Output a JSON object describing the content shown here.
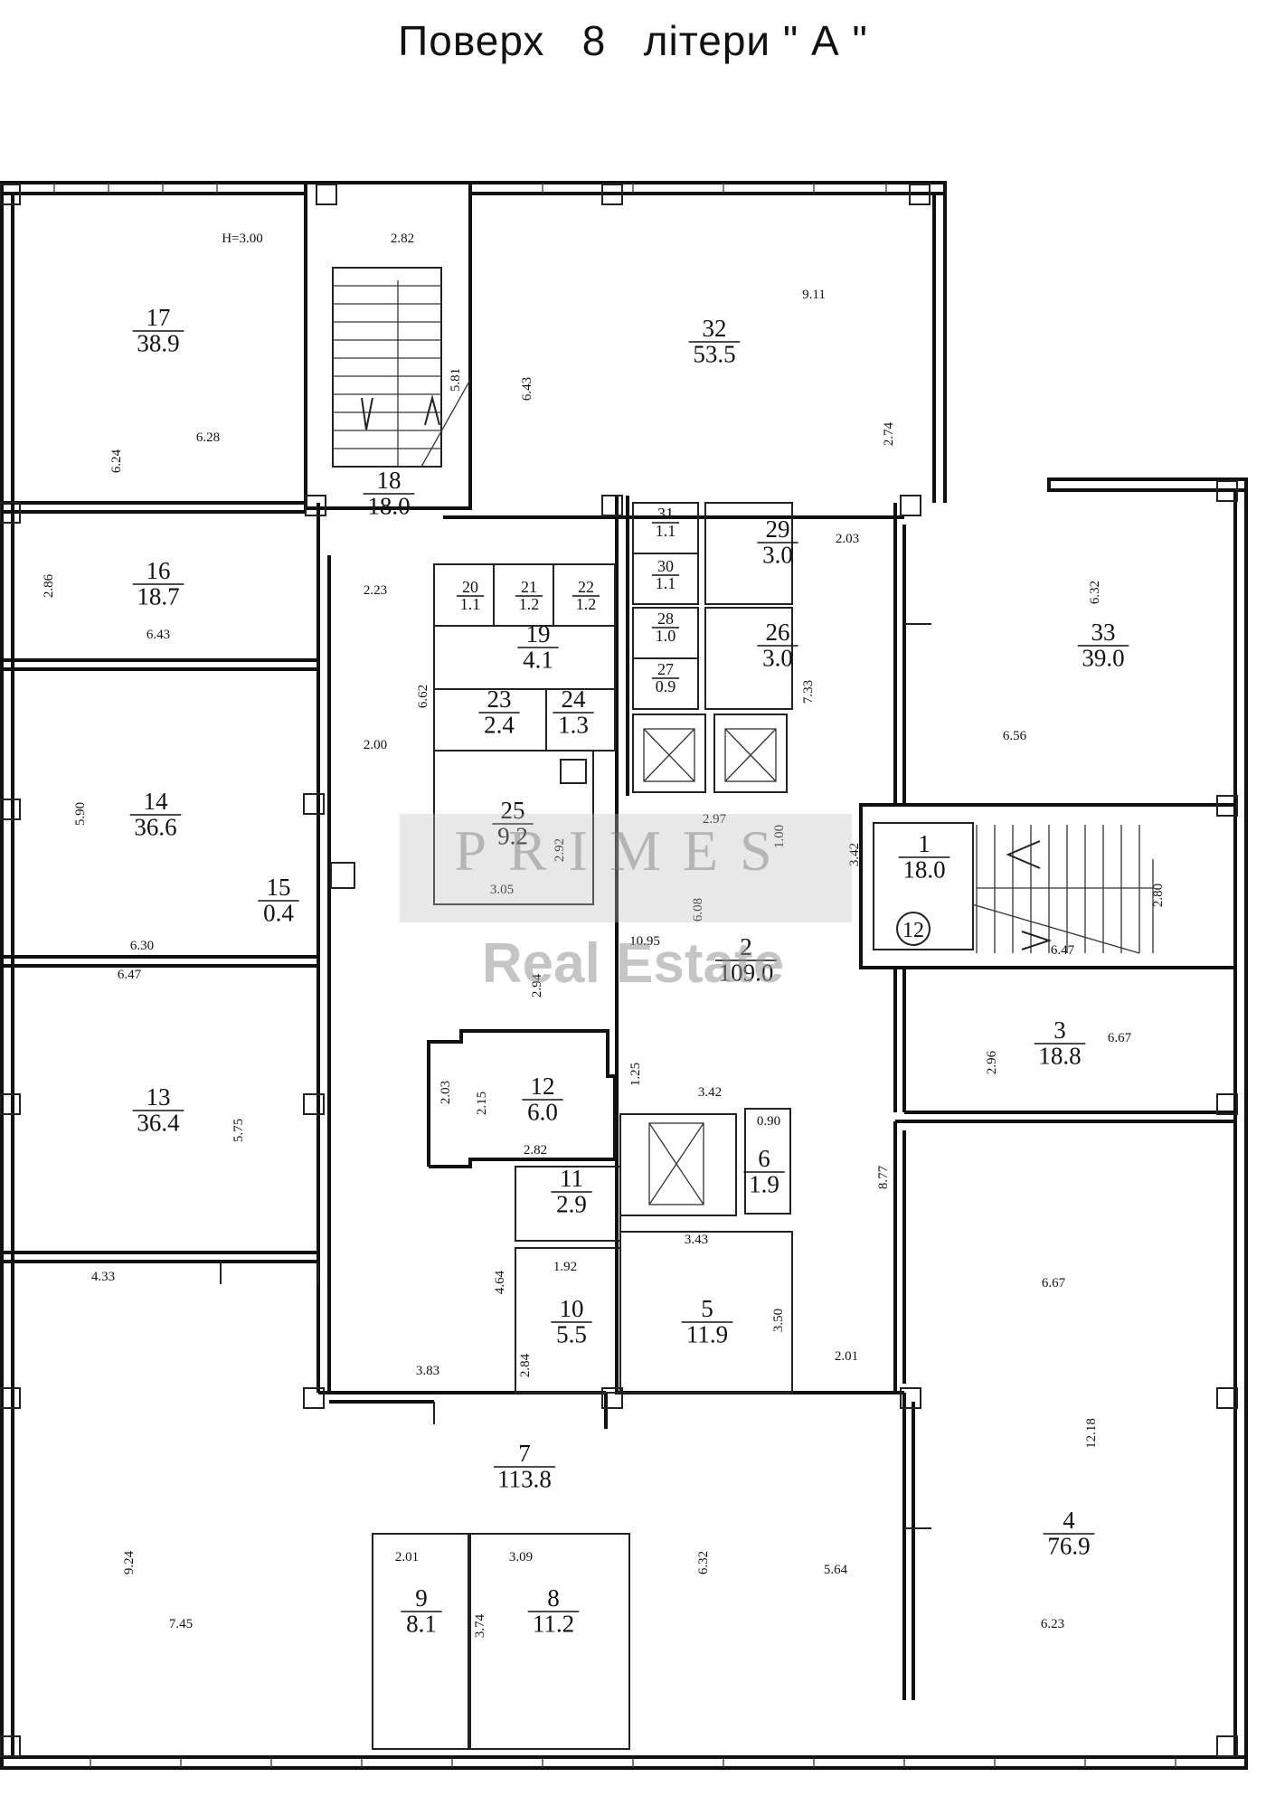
{
  "title": "Поверх   8   літери \" А \"",
  "height_label": "H=3.00",
  "watermark": {
    "top": "PRIMES",
    "bottom": "Real Estate"
  },
  "rooms": [
    {
      "num": "17",
      "area": "38.9"
    },
    {
      "num": "18",
      "area": "18.0"
    },
    {
      "num": "32",
      "area": "53.5"
    },
    {
      "num": "16",
      "area": "18.7"
    },
    {
      "num": "20",
      "area": "1.1"
    },
    {
      "num": "21",
      "area": "1.2"
    },
    {
      "num": "22",
      "area": "1.2"
    },
    {
      "num": "31",
      "area": "1.1"
    },
    {
      "num": "29",
      "area": "3.0"
    },
    {
      "num": "30",
      "area": "1.1"
    },
    {
      "num": "19",
      "area": "4.1"
    },
    {
      "num": "28",
      "area": "1.0"
    },
    {
      "num": "26",
      "area": "3.0"
    },
    {
      "num": "27",
      "area": "0.9"
    },
    {
      "num": "23",
      "area": "2.4"
    },
    {
      "num": "24",
      "area": "1.3"
    },
    {
      "num": "33",
      "area": "39.0"
    },
    {
      "num": "14",
      "area": "36.6"
    },
    {
      "num": "25",
      "area": "9.2"
    },
    {
      "num": "1",
      "area": "18.0"
    },
    {
      "num": "15",
      "area": "0.4"
    },
    {
      "num": "2",
      "area": "109.0"
    },
    {
      "num": "3",
      "area": "18.8"
    },
    {
      "num": "12",
      "area": "6.0"
    },
    {
      "num": "13",
      "area": "36.4"
    },
    {
      "num": "6",
      "area": "1.9"
    },
    {
      "num": "11",
      "area": "2.9"
    },
    {
      "num": "10",
      "area": "5.5"
    },
    {
      "num": "5",
      "area": "11.9"
    },
    {
      "num": "7",
      "area": "113.8"
    },
    {
      "num": "4",
      "area": "76.9"
    },
    {
      "num": "9",
      "area": "8.1"
    },
    {
      "num": "8",
      "area": "11.2"
    }
  ],
  "stair_marker": "12",
  "dimensions": [
    "2.82",
    "9.11",
    "6.43",
    "5.81",
    "6.28",
    "6.24",
    "2.74",
    "2.86",
    "6.43",
    "2.23",
    "2.03",
    "6.32",
    "6.62",
    "2.00",
    "7.33",
    "6.56",
    "5.90",
    "2.92",
    "1.00",
    "2.97",
    "3.05",
    "6.08",
    "3.42",
    "2.80",
    "6.47",
    "6.30",
    "10.95",
    "6.47",
    "2.94",
    "2.96",
    "6.67",
    "2.03",
    "2.15",
    "1.25",
    "3.42",
    "0.90",
    "2.82",
    "5.75",
    "8.77",
    "3.43",
    "4.33",
    "1.92",
    "4.64",
    "6.67",
    "3.50",
    "2.01",
    "3.83",
    "2.84",
    "12.18",
    "9.24",
    "2.01",
    "3.09",
    "6.32",
    "5.64",
    "7.45",
    "3.74",
    "6.23"
  ]
}
